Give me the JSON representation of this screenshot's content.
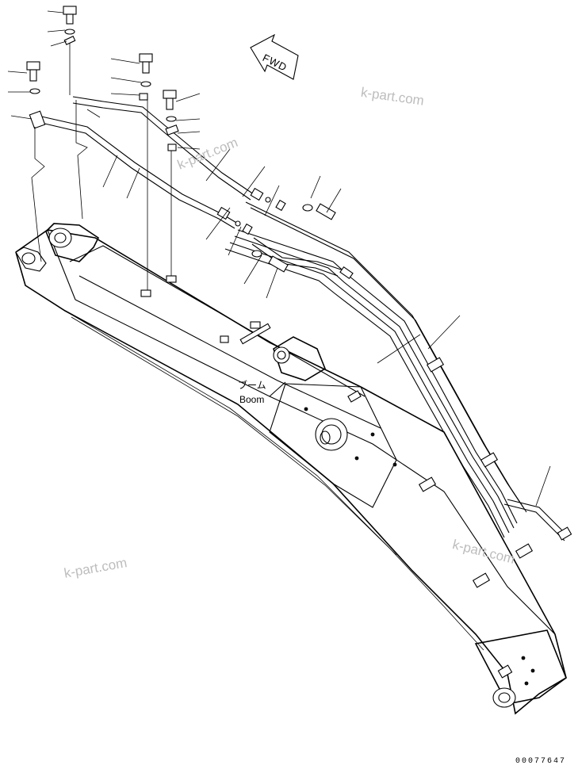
{
  "diagram": {
    "component_label_jp": "ブーム",
    "component_label_en": "Boom",
    "direction_arrow": "FWD",
    "watermarks": [
      "k-part.com",
      "k-part.com",
      "k-part.com",
      "k-part.com"
    ],
    "drawing_code": "00077647"
  }
}
